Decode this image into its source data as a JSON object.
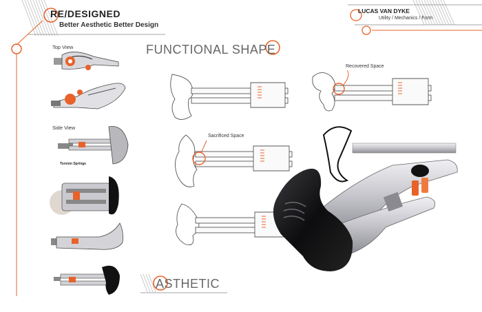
{
  "header": {
    "title": "RE/DESIGNED",
    "subtitle": "Better Aesthetic Better Design"
  },
  "author": {
    "name": "LUCAS VAN DYKE",
    "tags": "Utility / Mechanics / Form"
  },
  "left_column": {
    "top_view_label": "Top View",
    "side_view_label": "Side View",
    "torsion_label": "Torsion Springs"
  },
  "sections": {
    "functional": "FUNCTIONAL SHAPE",
    "aesthetic": "ASTHETIC"
  },
  "annotations": {
    "recovered": "Recovered Space",
    "sacrificed": "Sacrificed Space"
  },
  "colors": {
    "accent": "#e8622a",
    "line": "#9a9a9a",
    "handle": "#111111",
    "metal": "#c9c9cf"
  }
}
